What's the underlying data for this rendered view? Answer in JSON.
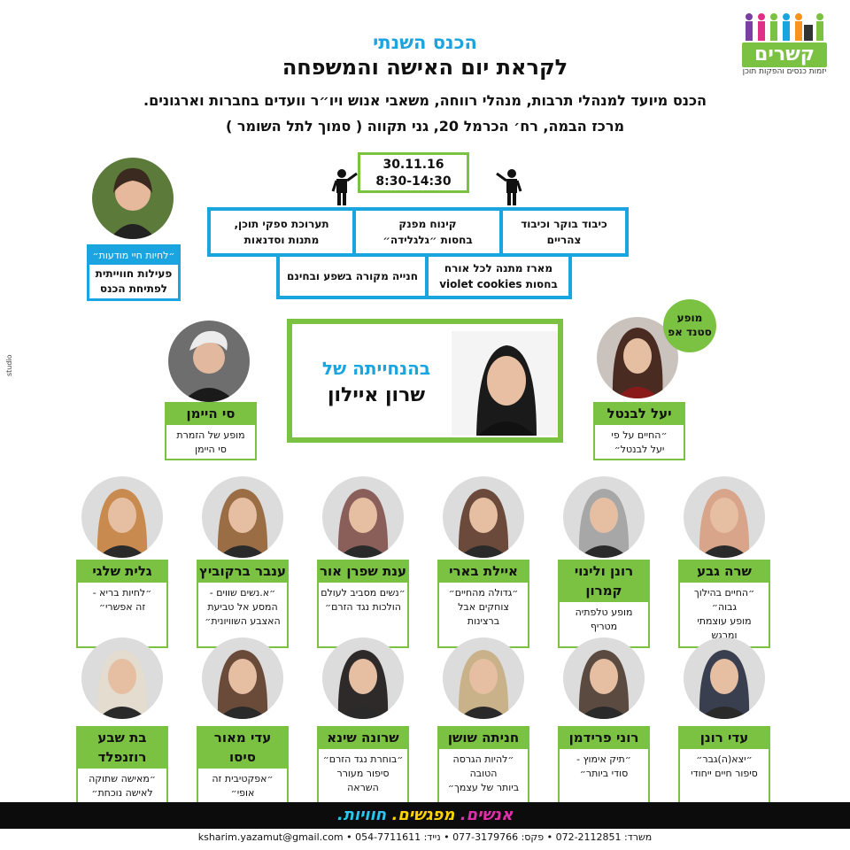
{
  "logo": {
    "name": "קשרים",
    "tagline": "יזמות כנסים והפקות תוכן"
  },
  "header": {
    "title1": "הכנס השנתי",
    "title2": "לקראת יום האישה והמשפחה",
    "line3": "הכנס מיועד למנהלי תרבות, מנהלי רווחה, משאבי אנוש ויו״ר וועדים בחברות וארגונים.",
    "line4": "מרכז הבמה, רח׳ הכרמל 20, גני תקווה ( סמוך לתל השומר )"
  },
  "event": {
    "date": "30.11.16",
    "time": "8:30-14:30"
  },
  "services": {
    "row1": [
      "כיבוד בוקר וכיבוד צהריים",
      "קינוח מפנק\nבחסות ״גלגלידה״",
      "תערוכת ספקי תוכן,\nמתנות וסדנאות"
    ],
    "row2": [
      "מארז מתנה לכל אורח\nבחסות violet cookies",
      "חנייה מקורה בשפע ובחינם"
    ]
  },
  "opening": {
    "quote": "״לחיות חיי מודעות״",
    "desc": "פעילות חווייתית\nלפתיחת הכנס"
  },
  "host": {
    "line1": "בהנחייתה של",
    "line2": "שרון איילון"
  },
  "badge": {
    "line1": "מופע",
    "line2": "סטנד אפ"
  },
  "studio": "studio",
  "featured_left": {
    "name": "סי היימן",
    "desc": "מופע של הזמרת\nסי היימן"
  },
  "featured_right": {
    "name": "יעל לבנטל",
    "desc": "״החיים על פי\nיעל לבנטל״"
  },
  "speakers_row1": [
    {
      "name": "שרה גבע",
      "desc": "״החיים בהילוך גבוה״\nמופע עוצמתי\nומרגש",
      "color": "#d8a48a"
    },
    {
      "name": "רונן ולינוי\nקמרון",
      "desc": "מופע טלפתיה מטריף",
      "color": "#a7a7a7"
    },
    {
      "name": "איילת בארי",
      "desc": "״גדולה מהחיים״\nצוחקים אבל ברצינות",
      "color": "#6b4a3b"
    },
    {
      "name": "ענת שפרן אור",
      "desc": "״נשים מסביב לעולם\nהולכות נגד הזרם״",
      "color": "#8a5f5a"
    },
    {
      "name": "ענבר ברקוביץ",
      "desc": "״א.נשים שווים -\nהמסע אל טביעת\nהאצבע השוויונית״",
      "color": "#9b6d45"
    },
    {
      "name": "גלית שלגי",
      "desc": "״לחיות בריא -\nזה אפשרי״",
      "color": "#c98a4f"
    }
  ],
  "speakers_row2": [
    {
      "name": "עדי רונן",
      "desc": "״יצא(ה)גבר״\nסיפור חיים ייחודי",
      "color": "#3a3f4f"
    },
    {
      "name": "רוני פרידמן",
      "desc": "״תיק אימוץ -\nסודי ביותר״",
      "color": "#5a4a40"
    },
    {
      "name": "חניתה שושן",
      "desc": "״להיות הגרסה הטובה\nביותר של עצמך״",
      "color": "#c9b28a"
    },
    {
      "name": "שרונה שינא",
      "desc": "״בוחרת נגד הזרם״\nסיפור מעורר השראה",
      "color": "#2f2a2a"
    },
    {
      "name": "עדי מאור\nסיסו",
      "desc": "״אפקטיבית זה אופי״",
      "color": "#6a4a38"
    },
    {
      "name": "בת שבע\nרוזנפלד",
      "desc": "״מאישה שתוקה\nלאישה נוכחת״",
      "color": "#e3dccf"
    }
  ],
  "footer": {
    "words": [
      "אנשים.",
      "מפגשים.",
      "חוויות."
    ],
    "contact": "משרד: 072-2112851 • פקס: 077-3179766 • נייד: 054-7711611 • ksharim.yazamut@gmail.com"
  }
}
